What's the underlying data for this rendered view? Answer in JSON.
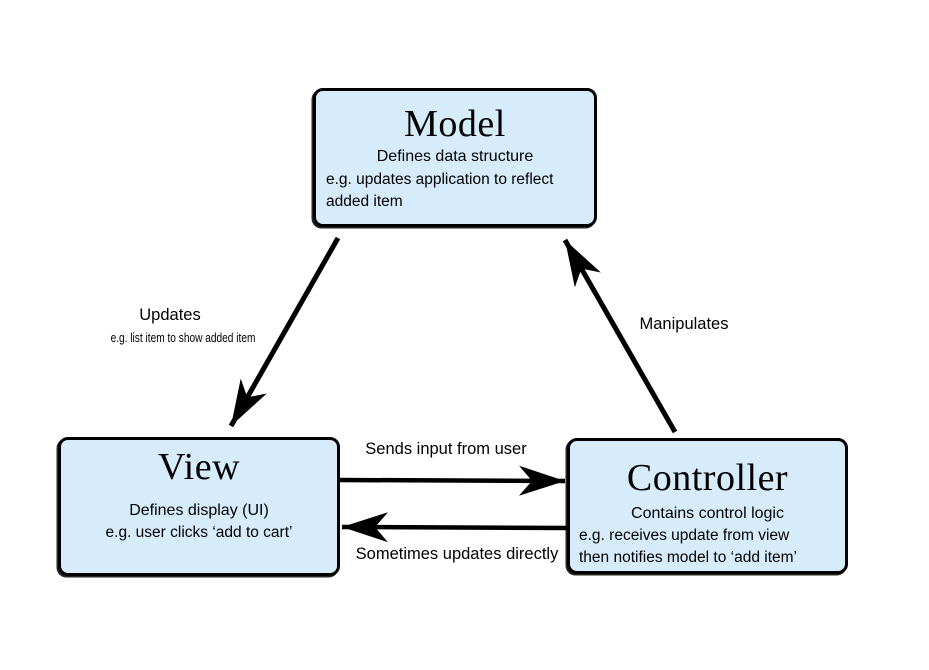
{
  "canvas": {
    "background": "#ffffff",
    "box_fill": "#d6ecfa",
    "box_border": "#000000",
    "arrow_color": "#000000"
  },
  "nodes": {
    "model": {
      "title": "Model",
      "subtitle": "Defines data structure",
      "lines": [
        "e.g. updates application to reflect",
        "added item"
      ]
    },
    "view": {
      "title": "View",
      "subtitle": "Defines display (UI)",
      "lines": [
        "e.g. user clicks ‘add to cart’"
      ]
    },
    "controller": {
      "title": "Controller",
      "subtitle": "Contains control logic",
      "lines": [
        "e.g. receives update from view",
        "then notifies model to ‘add item’"
      ]
    }
  },
  "edges": {
    "model_to_view": {
      "label": "Updates",
      "sublabel": "e.g. list item to show added item"
    },
    "controller_to_model": {
      "label": "Manipulates"
    },
    "view_to_controller": {
      "label": "Sends input from user"
    },
    "controller_to_view": {
      "label": "Sometimes updates directly"
    }
  }
}
